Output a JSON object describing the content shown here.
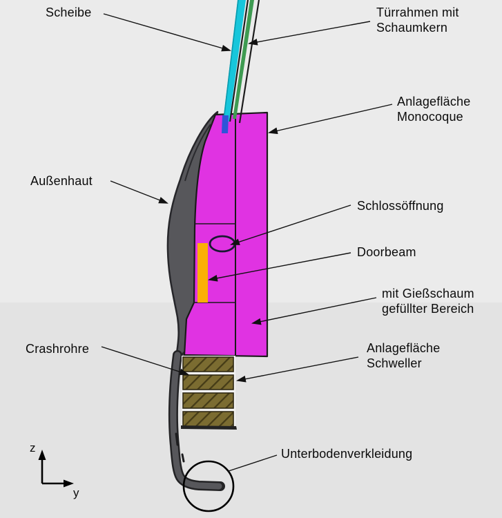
{
  "diagram": {
    "type": "technical-cross-section",
    "subject": "car door cross section (y-z plane) with annotations",
    "labels": {
      "scheibe": "Scheibe",
      "tuerrahmen_line1": "Türrahmen mit",
      "tuerrahmen_line2": "Schaumkern",
      "monocoque_line1": "Anlagefläche",
      "monocoque_line2": "Monocoque",
      "aussenhaut": "Außenhaut",
      "schlossoeffnung": "Schlossöffnung",
      "doorbeam": "Doorbeam",
      "giessschaum_line1": "mit Gießschaum",
      "giessschaum_line2": "gefüllter Bereich",
      "crashrohre": "Crashrohre",
      "schweller_line1": "Anlagefläche",
      "schweller_line2": "Schweller",
      "unterboden": "Unterbodenverkleidung"
    },
    "axes": {
      "vertical": "z",
      "horizontal": "y"
    },
    "colors": {
      "background_top": "#ebebeb",
      "background_bottom": "#e3e3e3",
      "magenta": "#E033E2",
      "cyan": "#17C6DB",
      "green": "#3E9B51",
      "blue": "#2E55D8",
      "orange": "#FBB005",
      "gray_skin": "#57575B",
      "gray_dark": "#232325",
      "hatch_base": "#7B6C31",
      "hatch_line": "#463C17",
      "line": "#111111"
    }
  }
}
